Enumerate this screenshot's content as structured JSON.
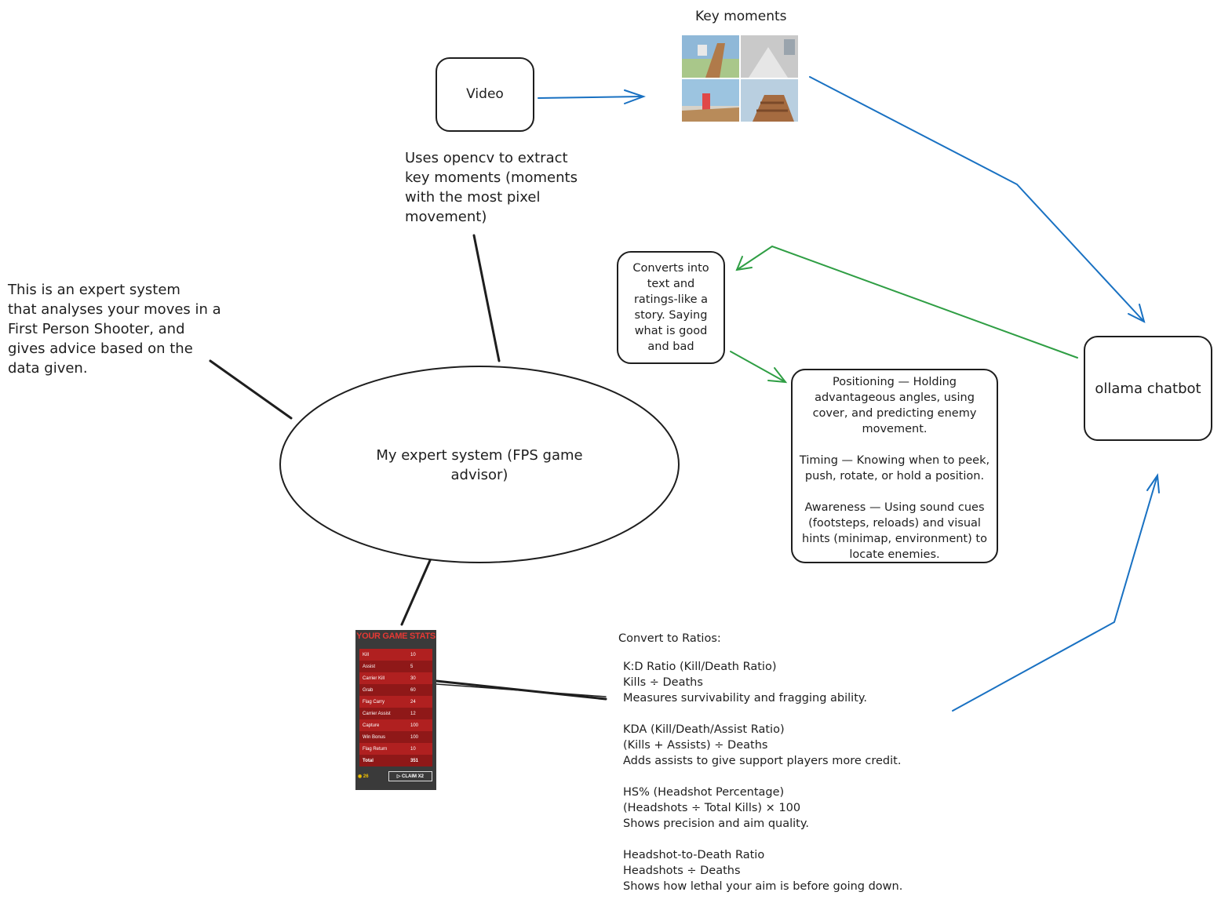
{
  "key_moments_label": "Key moments",
  "video_label": "Video",
  "opencv_note": "Uses opencv to extract\nkey moments (moments\nwith the most pixel\nmovement)",
  "intro_note": "This is an expert system\nthat analyses your moves in a\nFirst Person Shooter, and\ngives advice based on the\ndata given.",
  "center_label": "My expert system (FPS game\nadvisor)",
  "converts_note": "Converts into\ntext and\nratings-like a\nstory. Saying\nwhat is good\nand bad",
  "chatbot_label": "ollama chatbot",
  "advice_text": "Positioning — Holding\nadvantageous angles, using\ncover, and predicting enemy\nmovement.\n\nTiming — Knowing when to peek,\npush, rotate, or hold a position.\n\nAwareness — Using sound cues\n(footsteps, reloads) and visual\nhints (minimap, environment) to\nlocate enemies.",
  "ratios_title": "Convert to Ratios:",
  "ratios_text": "K:D Ratio (Kill/Death Ratio)\nKills ÷ Deaths\nMeasures survivability and fragging ability.\n\nKDA (Kill/Death/Assist Ratio)\n(Kills + Assists) ÷ Deaths\nAdds assists to give support players more credit.\n\nHS% (Headshot Percentage)\n(Headshots ÷ Total Kills) × 100\nShows precision and aim quality.\n\nHeadshot-to-Death Ratio\nHeadshots ÷ Deaths\nShows how lethal your aim is before going down.",
  "stats": {
    "title": "YOUR GAME STATS",
    "rows": [
      {
        "label": "Kill",
        "value": "10"
      },
      {
        "label": "Assist",
        "value": "5"
      },
      {
        "label": "Carrier Kill",
        "value": "30"
      },
      {
        "label": "Grab",
        "value": "60"
      },
      {
        "label": "Flag Carry",
        "value": "24"
      },
      {
        "label": "Carrier Assist",
        "value": "12"
      },
      {
        "label": "Capture",
        "value": "100"
      },
      {
        "label": "Win Bonus",
        "value": "100"
      },
      {
        "label": "Flag Return",
        "value": "10"
      },
      {
        "label": "Total",
        "value": "351"
      }
    ],
    "coins": "26",
    "claim_label": "CLAIM X2"
  },
  "colors": {
    "blue_arrow": "#1971c2",
    "green_arrow": "#2f9e44",
    "stroke": "#1e1e1e"
  }
}
